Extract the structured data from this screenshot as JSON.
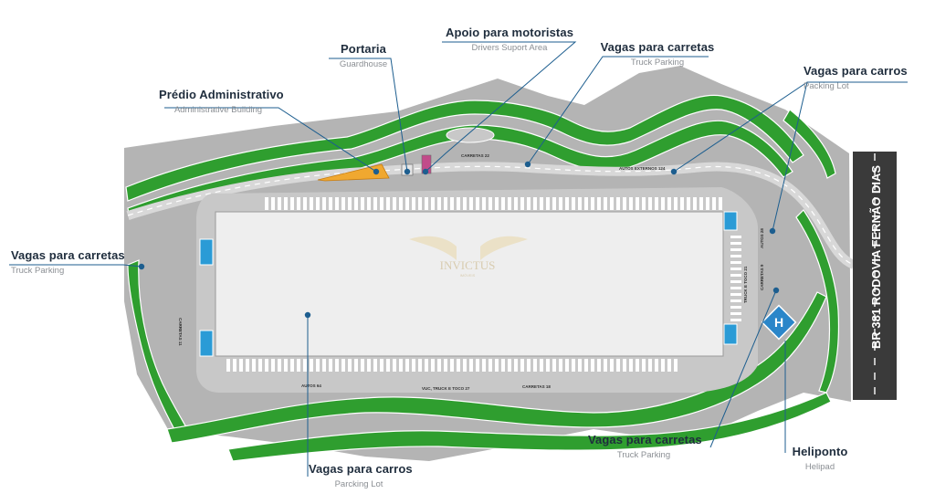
{
  "callouts": {
    "admin": {
      "title": "Prédio Administrativo",
      "subtitle": "Administrative Building"
    },
    "portaria": {
      "title": "Portaria",
      "subtitle": "Guardhouse"
    },
    "apoio": {
      "title": "Apoio para motoristas",
      "subtitle": "Drivers Suport Area"
    },
    "truck_top": {
      "title": "Vagas para carretas",
      "subtitle": "Truck Parking"
    },
    "cars_top": {
      "title": "Vagas para carros",
      "subtitle": "Packing Lot"
    },
    "truck_left": {
      "title": "Vagas para carretas",
      "subtitle": "Truck Parking"
    },
    "cars_bottom": {
      "title": "Vagas para carros",
      "subtitle": "Parcking Lot"
    },
    "truck_bottom": {
      "title": "Vagas para carretas",
      "subtitle": "Truck Parking"
    },
    "heliponto": {
      "title": "Heliponto",
      "subtitle": "Helipad"
    }
  },
  "road": {
    "label": "BR 381 RODOVIA FERNÃO DIAS"
  },
  "watermark": {
    "brand": "INVICTUS",
    "tag": "IMÓVEIS"
  },
  "plan_labels": {
    "carretas_top": "CARRETAS 22",
    "autos_externos": "AUTOS EXTERNOS 124",
    "autos_right": "AUTOS 28",
    "truck_right": "TRUCK E TOCO 21",
    "carretas_right": "CARRETAS 9",
    "autos_bottom": "AUTOS 64",
    "vuc_bottom": "VUC, TRUCK E TOCO 27",
    "carretas_bottom": "CARRETAS 18",
    "carretas_left": "CARRETAS 11"
  },
  "colors": {
    "callout": "#1d5e8f",
    "green": "#2f9e2f",
    "ground": "#b3b3b3",
    "building": "#ececec",
    "admin": "#f0a830",
    "accent": "#2a9bd6"
  }
}
